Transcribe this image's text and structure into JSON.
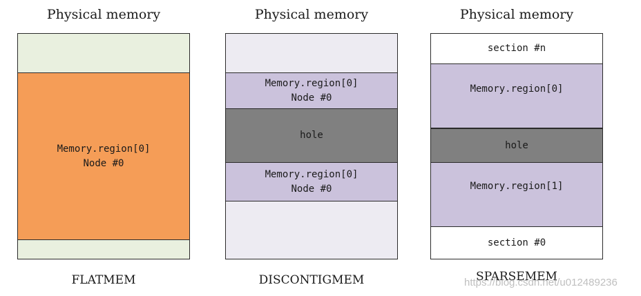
{
  "colors": {
    "border": "#2a2a2a",
    "flat_light": "#e9f0df",
    "flat_orange": "#f59d57",
    "discontig_light": "#edebf2",
    "region_purple": "#cbc2dc",
    "hole_gray": "#808080",
    "section_white": "#ffffff"
  },
  "columns": [
    {
      "title": "Physical memory",
      "caption": "FLATMEM",
      "segments": [
        {
          "label": "",
          "color": "#e9f0df"
        },
        {
          "label": "Memory.region[0]\nNode #0",
          "color": "#f59d57"
        },
        {
          "label": "",
          "color": "#e9f0df"
        }
      ]
    },
    {
      "title": "Physical memory",
      "caption": "DISCONTIGMEM",
      "segments": [
        {
          "label": "",
          "color": "#edebf2"
        },
        {
          "label": "Memory.region[0]\nNode #0",
          "color": "#cbc2dc"
        },
        {
          "label": "hole",
          "color": "#808080"
        },
        {
          "label": "Memory.region[0]\nNode #0",
          "color": "#cbc2dc"
        },
        {
          "label": "",
          "color": "#edebf2"
        }
      ]
    },
    {
      "title": "Physical memory",
      "caption": "SPARSEMEM",
      "segments": [
        {
          "label": "section #n",
          "color": "#ffffff"
        },
        {
          "label": "Memory.region[0]",
          "color": "#cbc2dc"
        },
        {
          "label": "hole",
          "color": "#808080"
        },
        {
          "label": "Memory.region[1]",
          "color": "#cbc2dc"
        },
        {
          "label": "section #0",
          "color": "#ffffff"
        }
      ]
    }
  ],
  "watermark": "https://blog.csdn.net/u012489236"
}
